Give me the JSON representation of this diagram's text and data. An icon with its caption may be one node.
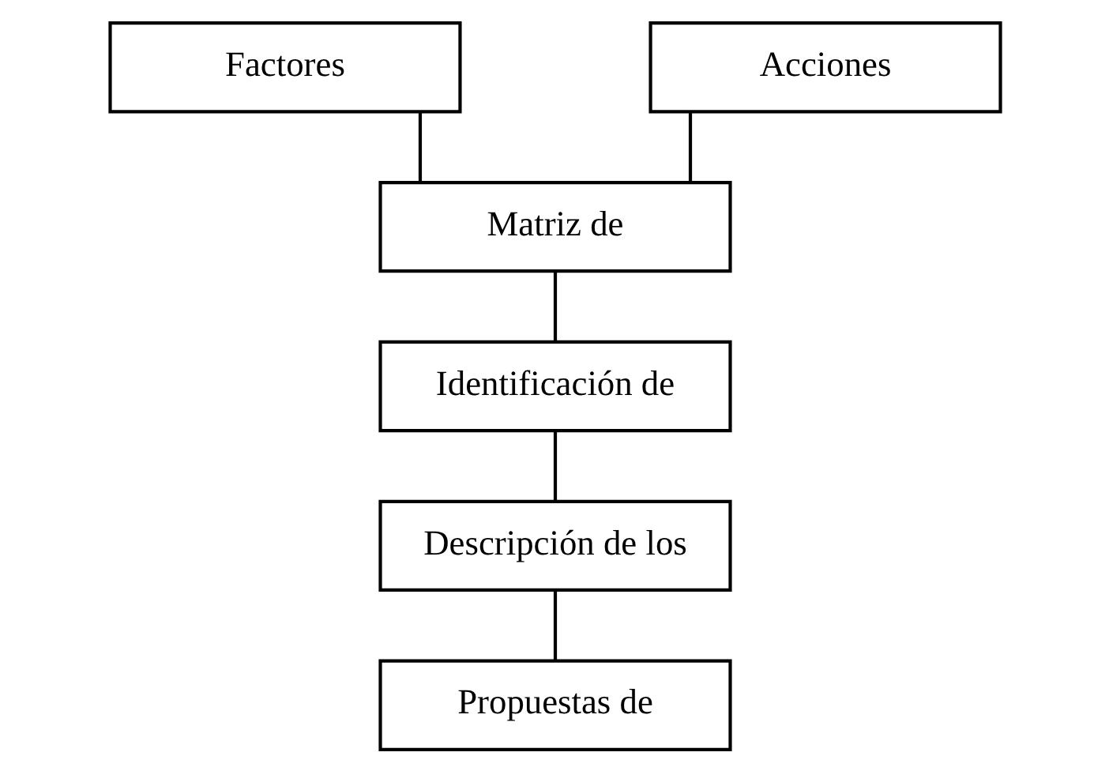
{
  "diagram": {
    "nodes": [
      {
        "text": [
          "Factores"
        ]
      },
      {
        "text": [
          "Acciones"
        ]
      },
      {
        "text": [
          "Matriz de"
        ]
      },
      {
        "text": [
          "Identificación de"
        ]
      },
      {
        "text": [
          "Descripción de los"
        ]
      },
      {
        "text": [
          "Propuestas de"
        ]
      }
    ],
    "edges": [
      {
        "from": 0,
        "to": 2,
        "arrow": "none"
      },
      {
        "from": 1,
        "to": 2,
        "arrow": "none"
      },
      {
        "from": 2,
        "to": 3,
        "arrow": "none"
      },
      {
        "from": 3,
        "to": 4,
        "arrow": "none"
      },
      {
        "from": 4,
        "to": 5,
        "arrow": "none"
      }
    ]
  }
}
